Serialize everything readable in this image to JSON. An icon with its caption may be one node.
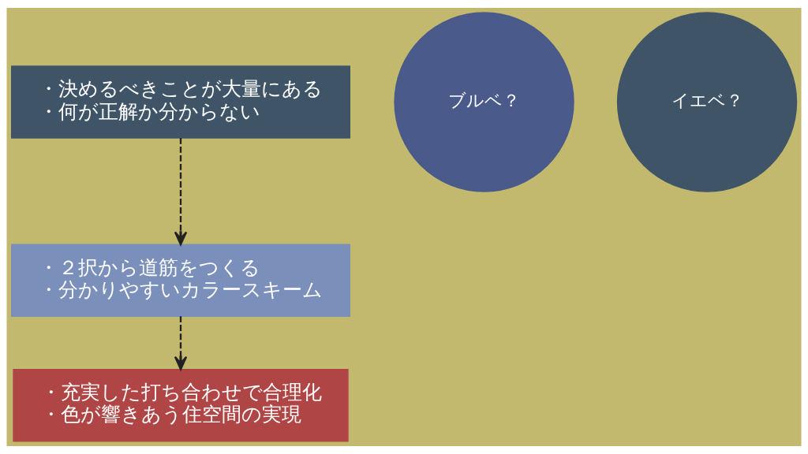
{
  "diagram": {
    "nodes": [
      {
        "text": [
          "・決めるべきことが大量にある",
          "・何が正解か分からない"
        ]
      },
      {
        "text": [
          "ブルベ？"
        ]
      },
      {
        "text": [
          "イエベ？"
        ]
      },
      {
        "text": [
          "・２択から道筋をつくる",
          "・分かりやすいカラースキーム"
        ]
      },
      {
        "text": [
          "・充実した打ち合わせで合理化",
          "・色が響きあう住空間の実現"
        ]
      }
    ],
    "edges": [
      {
        "from": 0,
        "to": 3,
        "arrow": "to",
        "style": "dashed"
      },
      {
        "from": 3,
        "to": 4,
        "arrow": "to",
        "style": "dashed"
      }
    ]
  }
}
